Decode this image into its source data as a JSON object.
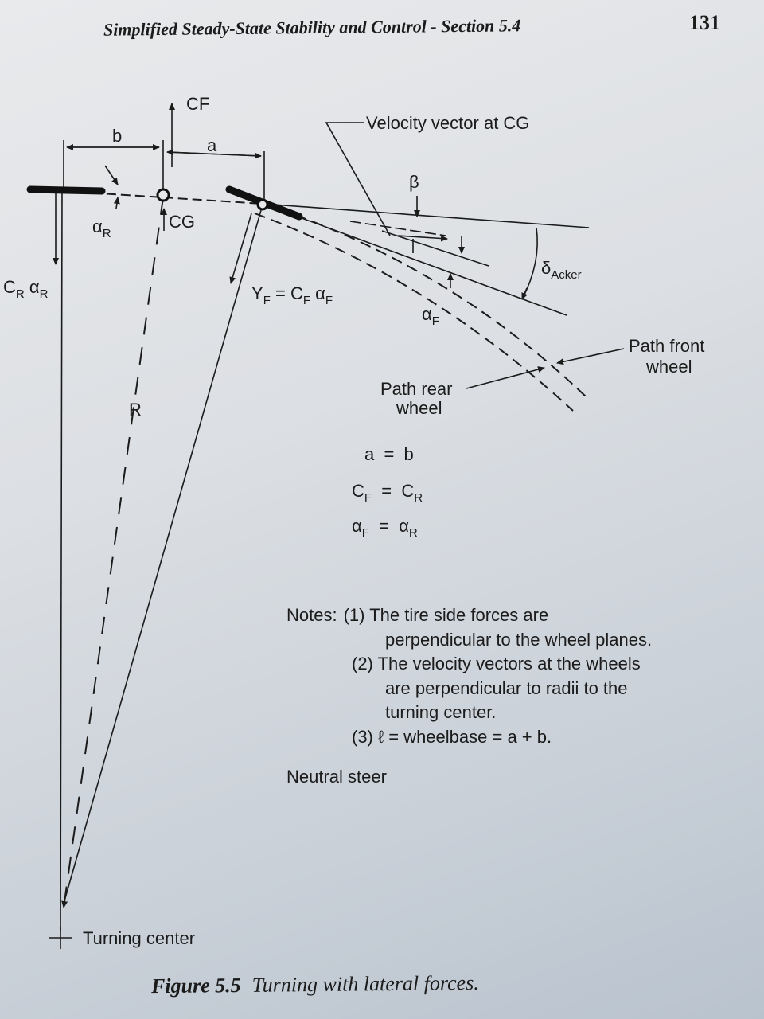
{
  "header": {
    "running_title": "Simplified Steady-State Stability and Control - Section 5.4",
    "page_number": "131"
  },
  "diagram": {
    "labels": {
      "cf": "CF",
      "b": "b",
      "a": "a",
      "alpha": "α",
      "alpha_r_sub": "R",
      "cg": "CG",
      "cr_alpha_r": "C",
      "cr_sub": "R",
      "velocity_vector": "Velocity vector at CG",
      "beta": "β",
      "delta": "δ",
      "delta_sub": "Acker",
      "yf_text": "Y",
      "yf_sub": "F",
      "yf_eq": "= C",
      "cf_sub": "F",
      "alpha_f_sub": "F",
      "r": "R",
      "path_front_1": "Path front",
      "path_front_2": "wheel",
      "path_rear_1": "Path rear",
      "path_rear_2": "wheel",
      "turning_center": "Turning center"
    },
    "equations": {
      "e1": "a  =  b",
      "e2_left": "C",
      "e2_sub_left": "F",
      "e2_mid": "  =  C",
      "e2_sub_right": "R",
      "e3_left": "α",
      "e3_sub_left": "F",
      "e3_mid": "  =  α",
      "e3_sub_right": "R"
    }
  },
  "notes": {
    "label": "Notes:",
    "n1_a": "(1) The tire side forces are",
    "n1_b": "perpendicular to the wheel planes.",
    "n2_a": "(2) The velocity vectors at the wheels",
    "n2_b": "are perpendicular to radii to the",
    "n2_c": "turning center.",
    "n3": "(3) ℓ = wheelbase = a + b."
  },
  "neutral": "Neutral steer",
  "caption": {
    "number": "Figure 5.5",
    "text": "Turning with lateral forces."
  }
}
